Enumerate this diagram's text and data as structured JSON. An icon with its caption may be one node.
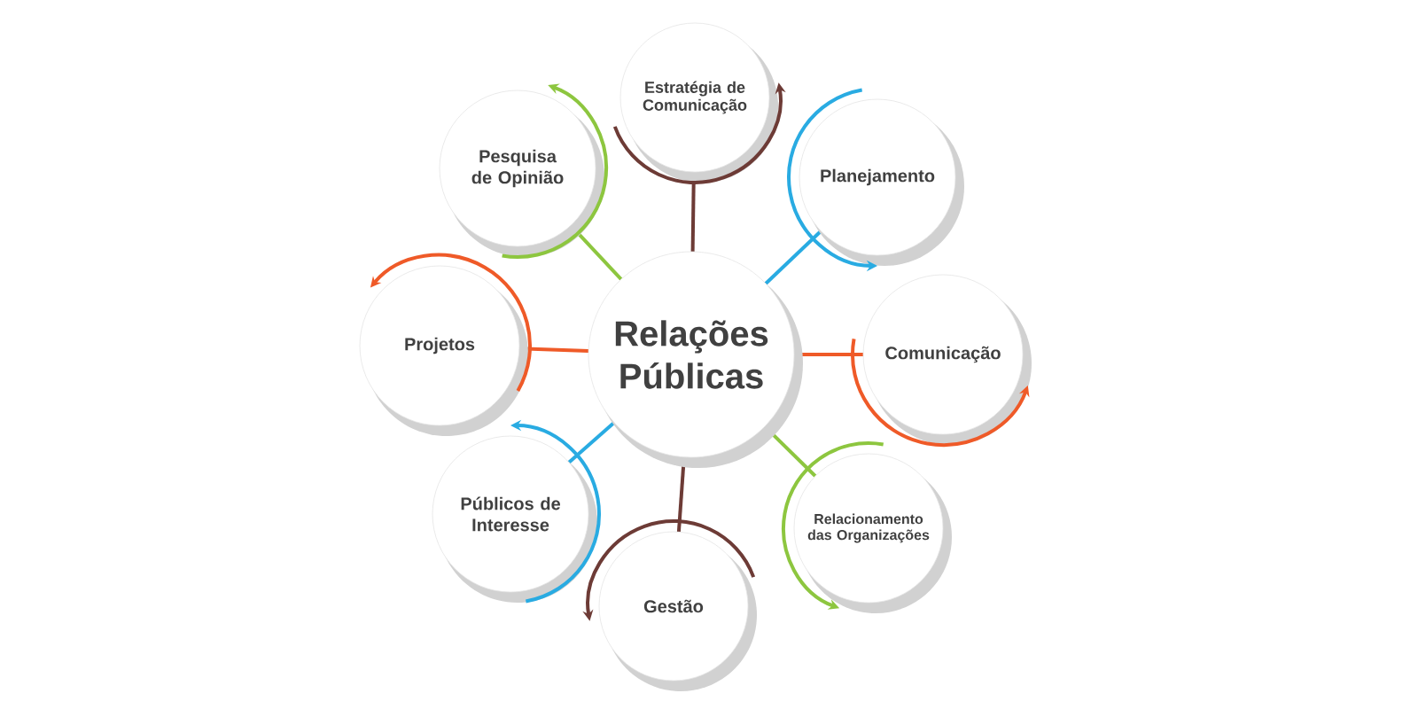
{
  "diagram": {
    "nodes": [
      {
        "text": [
          "Relações Públicas"
        ]
      },
      {
        "text": [
          "Estratégia de Comunicação"
        ]
      },
      {
        "text": [
          "Planejamento"
        ]
      },
      {
        "text": [
          "Comunicação"
        ]
      },
      {
        "text": [
          "Relacionamento das Organizações"
        ]
      },
      {
        "text": [
          "Gestão"
        ]
      },
      {
        "text": [
          "Públicos de Interesse"
        ]
      },
      {
        "text": [
          "Projetos"
        ]
      },
      {
        "text": [
          "Pesquisa de Opinião"
        ]
      }
    ],
    "edges": [
      {
        "from": 0,
        "to": 1,
        "arrow": "none",
        "color": "#6d3b36"
      },
      {
        "from": 0,
        "to": 2,
        "arrow": "none",
        "color": "#29abe2"
      },
      {
        "from": 0,
        "to": 3,
        "arrow": "none",
        "color": "#ef5a28"
      },
      {
        "from": 0,
        "to": 4,
        "arrow": "none",
        "color": "#8dc63f"
      },
      {
        "from": 0,
        "to": 5,
        "arrow": "none",
        "color": "#6d3b36"
      },
      {
        "from": 0,
        "to": 6,
        "arrow": "none",
        "color": "#29abe2"
      },
      {
        "from": 0,
        "to": 7,
        "arrow": "none",
        "color": "#ef5a28"
      },
      {
        "from": 0,
        "to": 8,
        "arrow": "none",
        "color": "#8dc63f"
      }
    ]
  }
}
